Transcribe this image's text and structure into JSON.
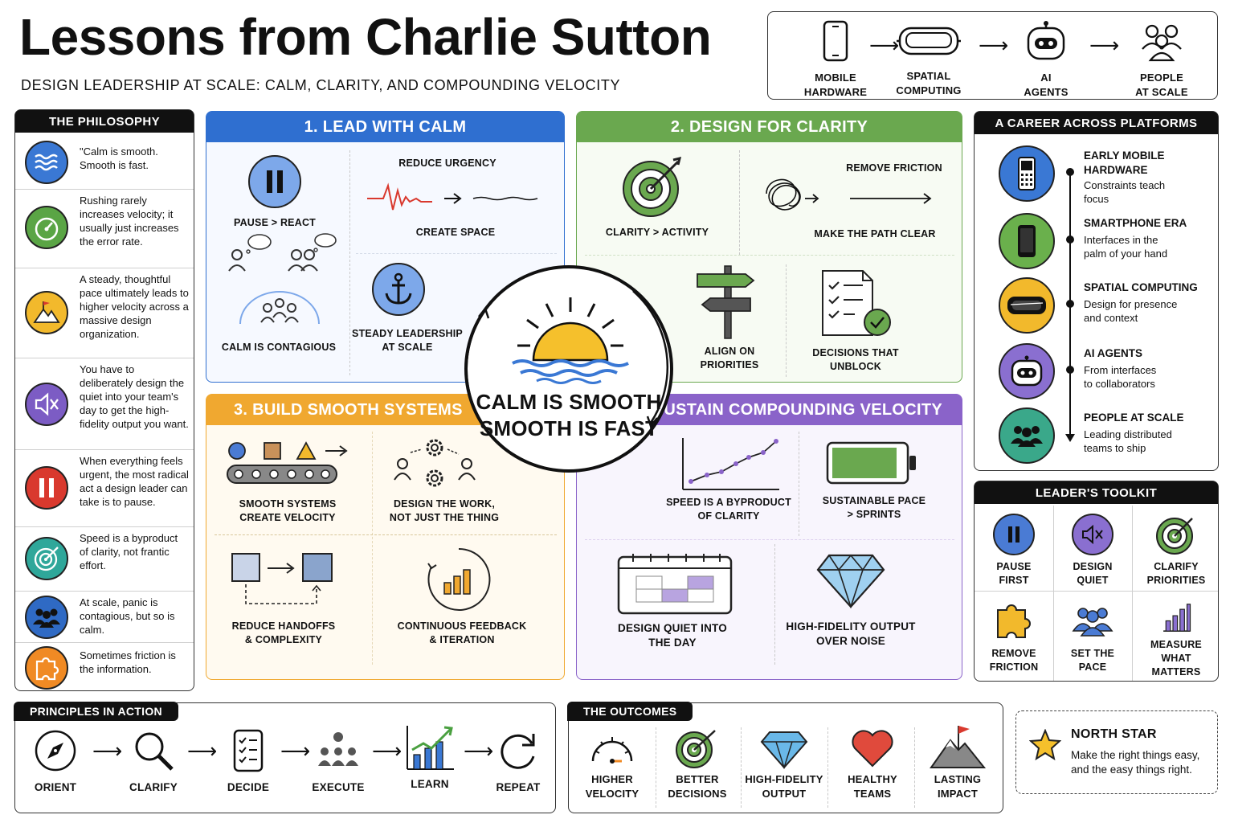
{
  "title": "Lessons from Charlie Sutton",
  "subtitle": "DESIGN LEADERSHIP AT SCALE: CALM, CLARITY, AND COMPOUNDING VELOCITY",
  "journey": [
    {
      "label1": "MOBILE",
      "label2": "HARDWARE",
      "icon": "phone-icon"
    },
    {
      "label1": "SPATIAL",
      "label2": "COMPUTING",
      "icon": "vr-headset-icon"
    },
    {
      "label1": "AI",
      "label2": "AGENTS",
      "icon": "robot-icon"
    },
    {
      "label1": "PEOPLE",
      "label2": "AT SCALE",
      "icon": "people-icon"
    }
  ],
  "philosophy": {
    "header": "THE PHILOSOPHY",
    "items": [
      {
        "text": "\"Calm is smooth. Smooth is fast.",
        "icon": "waves-icon",
        "color": "#3a78d4"
      },
      {
        "text": "Rushing rarely increases velocity; it usually just increases the error rate.",
        "icon": "speedometer-icon",
        "color": "#5aa545"
      },
      {
        "text": "A steady, thoughtful pace ultimately leads to higher velocity across a massive design organization.",
        "icon": "mountain-flag-icon",
        "color": "#f2b92c"
      },
      {
        "text": "You have to deliberately design the quiet into your team's day to get the high-fidelity output you want.",
        "icon": "mute-speaker-icon",
        "color": "#7c5cc4"
      },
      {
        "text": "When everything feels urgent, the most radical act a design leader can take is to pause.",
        "icon": "pause-icon",
        "color": "#d9392e"
      },
      {
        "text": "Speed is a byproduct of clarity, not frantic effort.",
        "icon": "target-icon",
        "color": "#2fa79a"
      },
      {
        "text": "At scale, panic is contagious, but so is calm.",
        "icon": "team-icon",
        "color": "#2f6ac4"
      },
      {
        "text": "Sometimes friction is the information.",
        "icon": "puzzle-icon",
        "color": "#f08a24"
      }
    ]
  },
  "lead_calm": {
    "header": "1. LEAD WITH CALM",
    "pause_label": "PAUSE > REACT",
    "reduce_label": "REDUCE URGENCY",
    "create_label": "CREATE SPACE",
    "contagious_label": "CALM IS CONTAGIOUS",
    "steady_label1": "STEADY LEADERSHIP",
    "steady_label2": "AT SCALE",
    "color": "#2f6fd0"
  },
  "design_clarity": {
    "header": "2. DESIGN FOR CLARITY",
    "clarity_label": "CLARITY > ACTIVITY",
    "remove_label": "REMOVE FRICTION",
    "path_label": "MAKE THE PATH CLEAR",
    "align_label1": "ALIGN ON",
    "align_label2": "PRIORITIES",
    "decisions_label1": "DECISIONS THAT",
    "decisions_label2": "UNBLOCK",
    "color": "#6aa84f"
  },
  "center": {
    "line1": "CALM IS SMOOTH",
    "line2": "SMOOTH IS FAST"
  },
  "smooth_systems": {
    "header": "3. BUILD SMOOTH SYSTEMS",
    "systems_label1": "SMOOTH SYSTEMS",
    "systems_label2": "CREATE VELOCITY",
    "work_label1": "DESIGN THE WORK,",
    "work_label2": "NOT JUST THE THING",
    "handoffs_label1": "REDUCE HANDOFFS",
    "handoffs_label2": "& COMPLEXITY",
    "feedback_label1": "CONTINUOUS FEEDBACK",
    "feedback_label2": "& ITERATION",
    "color": "#f0a830"
  },
  "velocity": {
    "header": "4. SUSTAIN COMPOUNDING VELOCITY",
    "speed_label1": "SPEED IS A BYPRODUCT",
    "speed_label2": "OF CLARITY",
    "pace_label1": "SUSTAINABLE PACE",
    "pace_label2": "> SPRINTS",
    "quiet_label1": "DESIGN QUIET INTO",
    "quiet_label2": "THE DAY",
    "fidelity_label1": "HIGH-FIDELITY OUTPUT",
    "fidelity_label2": "OVER NOISE",
    "color": "#8a63c9"
  },
  "career": {
    "header": "A CAREER ACROSS PLATFORMS",
    "items": [
      {
        "title1": "EARLY MOBILE",
        "title2": "HARDWARE",
        "desc1": "Constraints teach",
        "desc2": "focus",
        "icon": "feature-phone-icon",
        "color": "#3a78d4"
      },
      {
        "title1": "SMARTPHONE ERA",
        "title2": "",
        "desc1": "Interfaces in the",
        "desc2": "palm of your hand",
        "icon": "smartphone-icon",
        "color": "#6ab04c"
      },
      {
        "title1": "SPATIAL COMPUTING",
        "title2": "",
        "desc1": "Design for presence",
        "desc2": "and context",
        "icon": "vr-headset-icon",
        "color": "#f2b92c"
      },
      {
        "title1": "AI AGENTS",
        "title2": "",
        "desc1": "From interfaces",
        "desc2": "to collaborators",
        "icon": "robot-icon",
        "color": "#8a6fd0"
      },
      {
        "title1": "PEOPLE AT SCALE",
        "title2": "",
        "desc1": "Leading distributed",
        "desc2": "teams to ship",
        "icon": "team-icon",
        "color": "#3aa88a"
      }
    ]
  },
  "toolkit": {
    "header": "LEADER'S TOOLKIT",
    "items": [
      {
        "label1": "PAUSE",
        "label2": "FIRST",
        "icon": "pause-icon"
      },
      {
        "label1": "DESIGN",
        "label2": "QUIET",
        "icon": "mute-speaker-icon"
      },
      {
        "label1": "CLARIFY",
        "label2": "PRIORITIES",
        "icon": "target-icon"
      },
      {
        "label1": "REMOVE",
        "label2": "FRICTION",
        "icon": "puzzle-icon"
      },
      {
        "label1": "SET THE",
        "label2": "PACE",
        "icon": "team-icon"
      },
      {
        "label1": "MEASURE WHAT",
        "label2": "MATTERS",
        "icon": "bar-chart-icon"
      }
    ]
  },
  "principles": {
    "header": "PRINCIPLES IN ACTION",
    "items": [
      {
        "label": "ORIENT",
        "icon": "compass-icon"
      },
      {
        "label": "CLARIFY",
        "icon": "magnifier-icon"
      },
      {
        "label": "DECIDE",
        "icon": "checklist-icon"
      },
      {
        "label": "EXECUTE",
        "icon": "team-icon"
      },
      {
        "label": "LEARN",
        "icon": "growth-chart-icon"
      },
      {
        "label": "REPEAT",
        "icon": "cycle-icon"
      }
    ]
  },
  "outcomes": {
    "header": "THE OUTCOMES",
    "items": [
      {
        "label1": "HIGHER",
        "label2": "VELOCITY",
        "icon": "gauge-icon"
      },
      {
        "label1": "BETTER",
        "label2": "DECISIONS",
        "icon": "target-icon"
      },
      {
        "label1": "HIGH-FIDELITY",
        "label2": "OUTPUT",
        "icon": "diamond-icon"
      },
      {
        "label1": "HEALTHY",
        "label2": "TEAMS",
        "icon": "heart-icon"
      },
      {
        "label1": "LASTING",
        "label2": "IMPACT",
        "icon": "mountain-flag-icon"
      }
    ]
  },
  "north_star": {
    "title": "NORTH STAR",
    "line1": "Make the right things easy,",
    "line2": "and the easy things right."
  }
}
